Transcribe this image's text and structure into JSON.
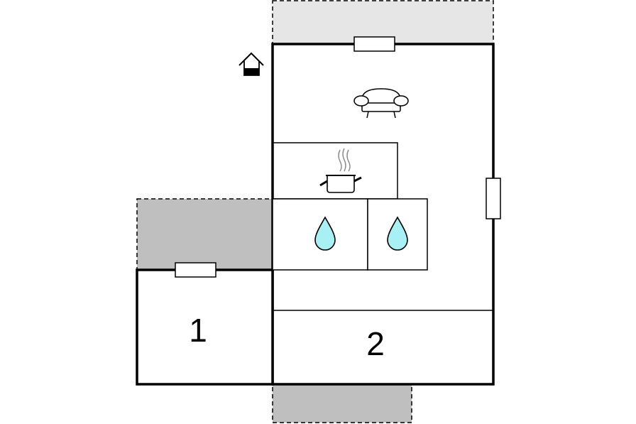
{
  "rooms": [
    {
      "id": "room-1",
      "label": "1"
    },
    {
      "id": "room-2",
      "label": "2"
    }
  ],
  "icons": [
    {
      "name": "entrance-house-icon"
    },
    {
      "name": "sofa-icon"
    },
    {
      "name": "cooking-pot-icon"
    },
    {
      "name": "water-drop-icon"
    },
    {
      "name": "water-drop-icon"
    }
  ],
  "colors": {
    "wall": "#000000",
    "terrace_light": "#e6e6e6",
    "terrace_dark": "#bfbfbf",
    "water": "#a8f0f4"
  }
}
